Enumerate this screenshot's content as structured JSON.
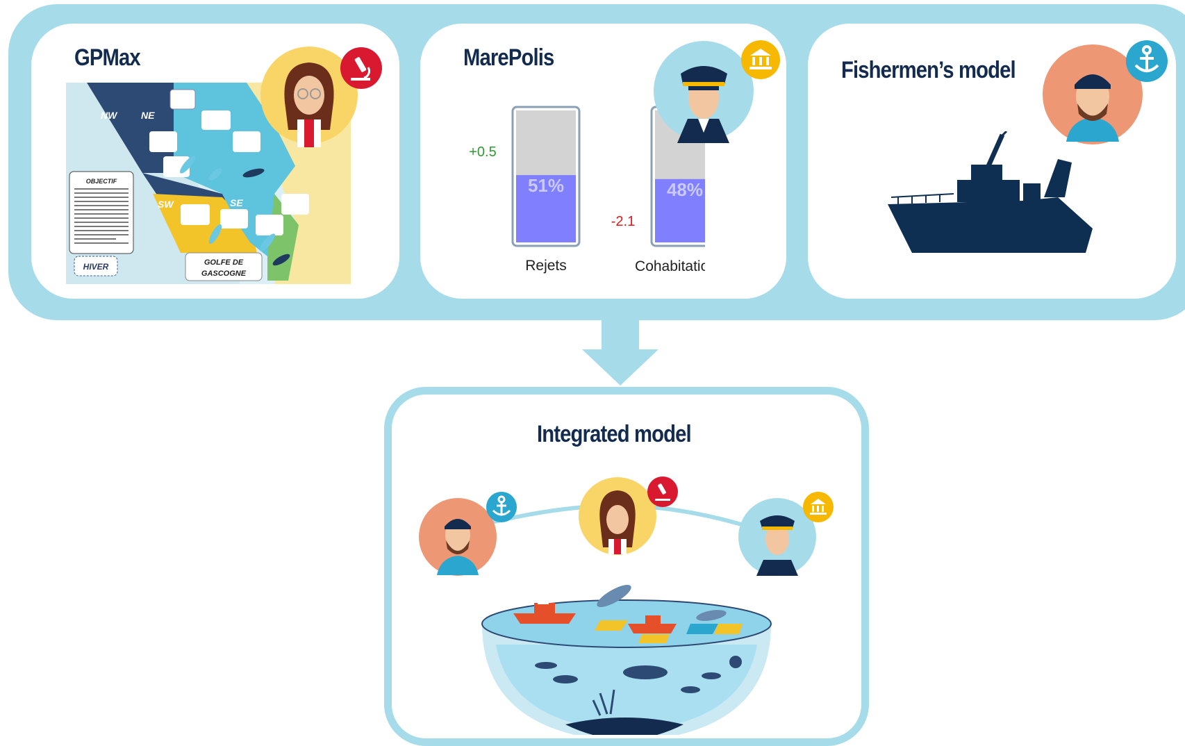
{
  "panels": {
    "gpmax": {
      "title": "GPMax"
    },
    "marepolis": {
      "title": "MarePolis"
    },
    "fishermen": {
      "title": "Fishermen’s model"
    },
    "integrated": {
      "title": "Integrated model"
    }
  },
  "gpmax_board": {
    "regions": [
      "NW",
      "NE",
      "SW",
      "SE"
    ],
    "objectif_title": "OBJECTIF",
    "season": "HIVER",
    "gulf_line1": "GOLFE DE",
    "gulf_line2": "GASCOGNE"
  },
  "marepolis_gauges": [
    {
      "label": "Rejets",
      "percent": 0.51,
      "percent_text": "51%",
      "delta": "+0.5",
      "delta_color": "#2e9b2e"
    },
    {
      "label": "Cohabitation",
      "percent": 0.48,
      "percent_text": "48%",
      "delta": "-2.1",
      "delta_color": "#e01b1b"
    }
  ],
  "colors": {
    "band": "#a6dcea",
    "title": "#132b4e",
    "scientist_badge": "#d8192f",
    "manager_badge": "#f6b800",
    "fisher_badge": "#2aa6cf",
    "gauge_fill": "#8080ff",
    "gauge_empty": "#d3d3d3",
    "boat": "#0f2f52"
  },
  "icons": {
    "scientist": "microscope-icon",
    "manager": "institution-icon",
    "fisher": "anchor-icon"
  }
}
